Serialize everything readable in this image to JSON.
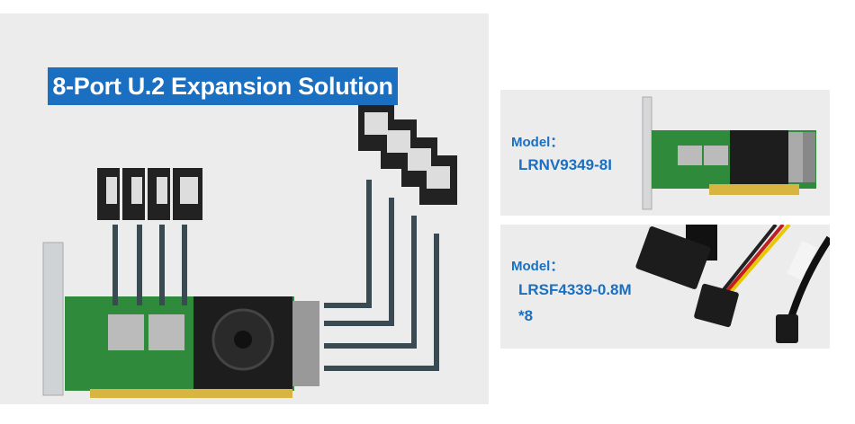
{
  "banner": {
    "title": "8-Port U.2 Expansion Solution"
  },
  "products": [
    {
      "model_label": "Model：",
      "model": "LRNV9349-8I",
      "quantity": ""
    },
    {
      "model_label": "Model：",
      "model": "LRSF4339-0.8M",
      "quantity": "*8"
    }
  ],
  "colors": {
    "accent": "#1a6fc0",
    "panel_bg": "#ececec"
  }
}
